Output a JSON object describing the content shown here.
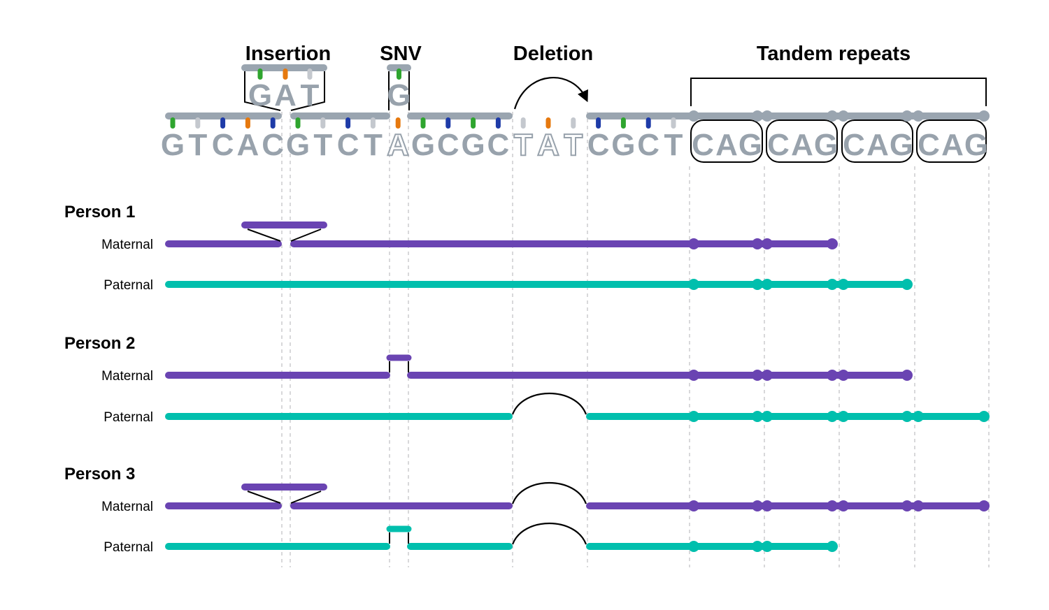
{
  "figure": {
    "variant_labels": {
      "insertion": "Insertion",
      "snv": "SNV",
      "deletion": "Deletion",
      "tandem_repeats": "Tandem repeats"
    },
    "reference": {
      "sequence": "GTCACGTCTAGCGCTATCGCT",
      "outlined_indices": [
        9,
        14,
        15,
        16
      ],
      "insertion_sequence": "GAT",
      "snv_base": "G",
      "deleted_sequence": "TAT",
      "tandem_repeat_unit": "CAG",
      "tandem_repeat_count": 4
    },
    "base_tick_colors": {
      "A": "#E6790E",
      "C": "#1E3BA8",
      "G": "#2FA52F",
      "T": "#C4C8CE"
    },
    "colors": {
      "reference_gray": "#9AA5B0",
      "letter_gray": "#98A2AC",
      "maternal_purple": "#6A44B2",
      "paternal_teal": "#00BFAD",
      "connector_black": "#000000",
      "gridline_gray": "#C3C3C7"
    },
    "persons": [
      {
        "name": "Person 1",
        "haplotypes": [
          {
            "label": "Maternal",
            "lineage": "maternal",
            "variants": [
              "insertion"
            ],
            "tandem_repeats": 2
          },
          {
            "label": "Paternal",
            "lineage": "paternal",
            "variants": [],
            "tandem_repeats": 3
          }
        ]
      },
      {
        "name": "Person 2",
        "haplotypes": [
          {
            "label": "Maternal",
            "lineage": "maternal",
            "variants": [
              "snv"
            ],
            "tandem_repeats": 3
          },
          {
            "label": "Paternal",
            "lineage": "paternal",
            "variants": [
              "deletion"
            ],
            "tandem_repeats": 4
          }
        ]
      },
      {
        "name": "Person 3",
        "haplotypes": [
          {
            "label": "Maternal",
            "lineage": "maternal",
            "variants": [
              "insertion",
              "deletion"
            ],
            "tandem_repeats": 4
          },
          {
            "label": "Paternal",
            "lineage": "paternal",
            "variants": [
              "snv",
              "deletion"
            ],
            "tandem_repeats": 2
          }
        ]
      }
    ]
  }
}
